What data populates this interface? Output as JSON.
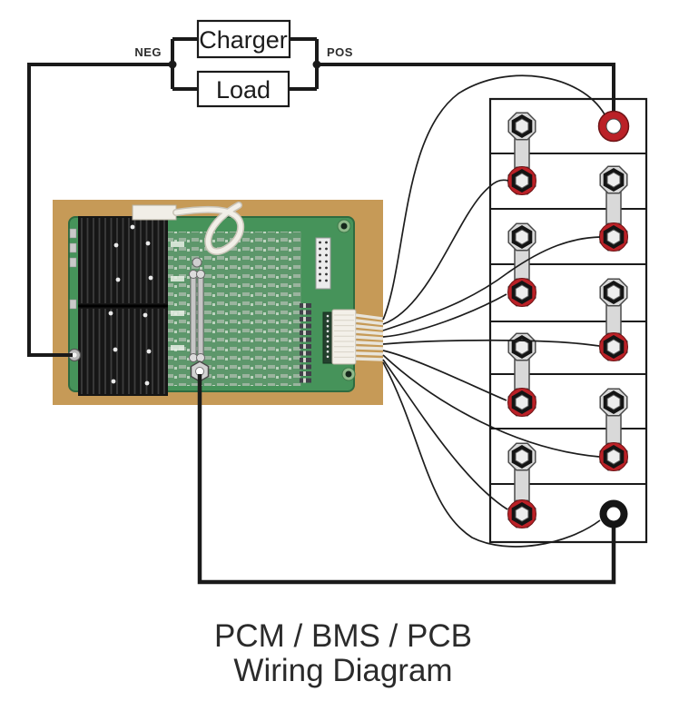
{
  "top_circuit": {
    "charger_label": "Charger",
    "load_label": "Load",
    "neg_label": "NEG",
    "pos_label": "POS"
  },
  "caption": {
    "line1": "PCM / BMS / PCB",
    "line2": "Wiring Diagram"
  },
  "battery_pack": {
    "cell_count": 8,
    "positive_terminal": "red ring, top right",
    "negative_terminal": "black ring, bottom right",
    "left_straps_between_cells": [
      "1-2",
      "3-4",
      "5-6",
      "7-8"
    ],
    "right_straps_between_cells": [
      "2-3",
      "4-5",
      "6-7"
    ],
    "sense_wire_count": 9
  },
  "pcb_photo": {
    "subject": "PCM/BMS protection circuit board photo",
    "balance_connector_pins": 9
  },
  "colors": {
    "wire": "#1a1a1a",
    "positive_ring": "#bb2127",
    "negative_ring": "#151515",
    "strap": "#d9d9d9",
    "photo_background": "#c69a57",
    "board_green": "#46935a",
    "heatsink": "#161616"
  }
}
